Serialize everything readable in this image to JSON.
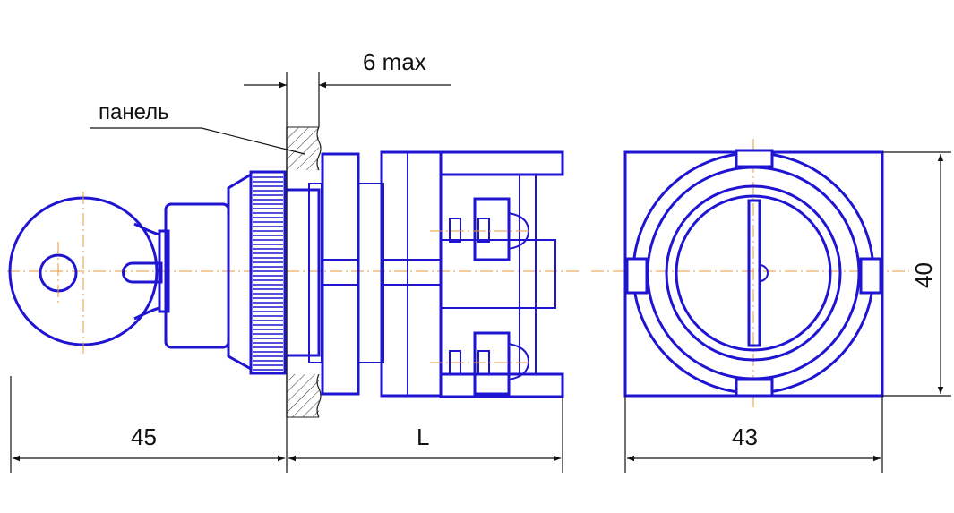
{
  "labels": {
    "panel": "панель",
    "gap_max": "6 max",
    "dim_front": "45",
    "dim_body": "L",
    "dim_width": "43",
    "dim_height": "40"
  },
  "colors": {
    "outline": "#1e14d2",
    "centerline": "#e69a3c",
    "dimension": "#111111"
  }
}
